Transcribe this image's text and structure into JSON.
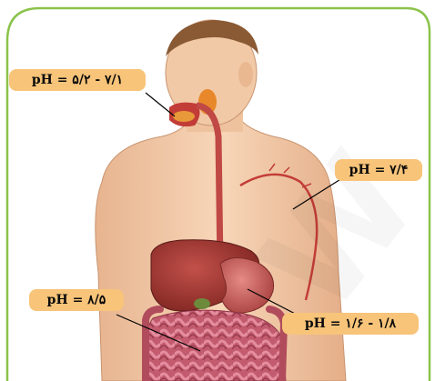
{
  "labels": {
    "mouth": "pH = ۵/۲ - ۷/۱",
    "esophagus": "pH = ۷/۴",
    "intestine": "pH = ۸/۵",
    "stomach": "pH = ۱/۶ - ۱/۸"
  },
  "watermark": "W",
  "colors": {
    "frame_border": "#8bc34a",
    "label_bg": "#f7c47a",
    "skin": "#f1c9a6",
    "hair": "#8a5a35",
    "organ_red": "#b83f3a",
    "liver": "#9e2f2a",
    "intestine": "#c9657a",
    "leader_line": "#000000"
  },
  "icons": [
    "human-torso-illustration"
  ]
}
